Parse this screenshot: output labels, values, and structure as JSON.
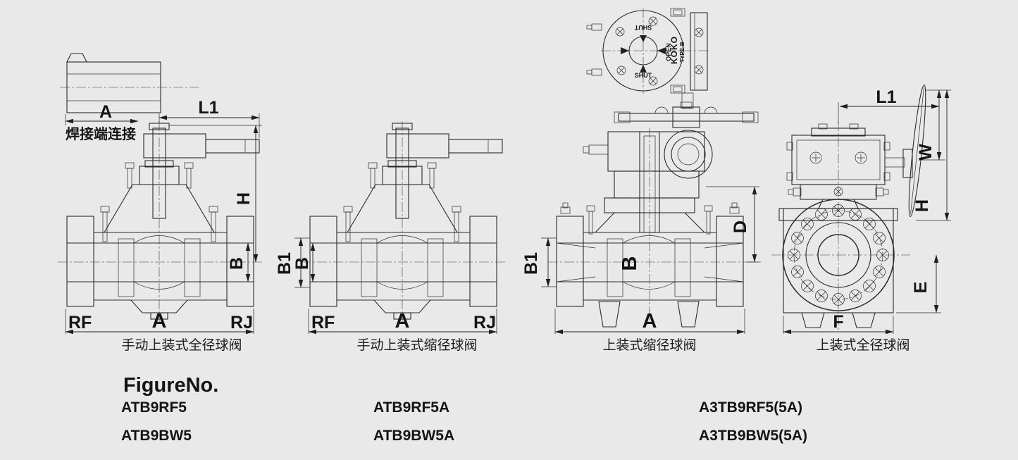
{
  "colors": {
    "background": "#e9e9e9",
    "line": "#2b2b2b"
  },
  "weld_note": {
    "dim_a": "A",
    "caption": "焊接端连接"
  },
  "valve1": {
    "caption": "手动上装式全径球阀",
    "dim_l1": "L1",
    "dim_h": "H",
    "dim_b": "B",
    "dim_a": "A",
    "end_left": "RF",
    "end_right": "RJ"
  },
  "valve2": {
    "caption": "手动上装式缩径球阀",
    "dim_b1": "B1",
    "dim_b": "B",
    "dim_a": "A",
    "end_left": "RF",
    "end_right": "RJ"
  },
  "valve3": {
    "caption": "上装式缩径球阀",
    "dim_d": "D",
    "dim_b1": "B1",
    "dim_b": "B",
    "dim_a": "A",
    "actuator": {
      "shut_top": "SHUT",
      "open": "OPEN",
      "shut_bottom": "SHUT",
      "brand": "KOKO",
      "model": "TYPE-B"
    }
  },
  "valve4": {
    "caption": "上装式全径球阀",
    "dim_l1": "L1",
    "dim_w": "W",
    "dim_h": "H",
    "dim_e": "E",
    "dim_f": "F"
  },
  "figure_list": {
    "heading": "FigureNo.",
    "models": [
      [
        "ATB9RF5",
        "ATB9BW5"
      ],
      [
        "ATB9RF5A",
        "ATB9BW5A"
      ],
      [
        "A3TB9RF5(5A)",
        "A3TB9BW5(5A)"
      ]
    ]
  }
}
